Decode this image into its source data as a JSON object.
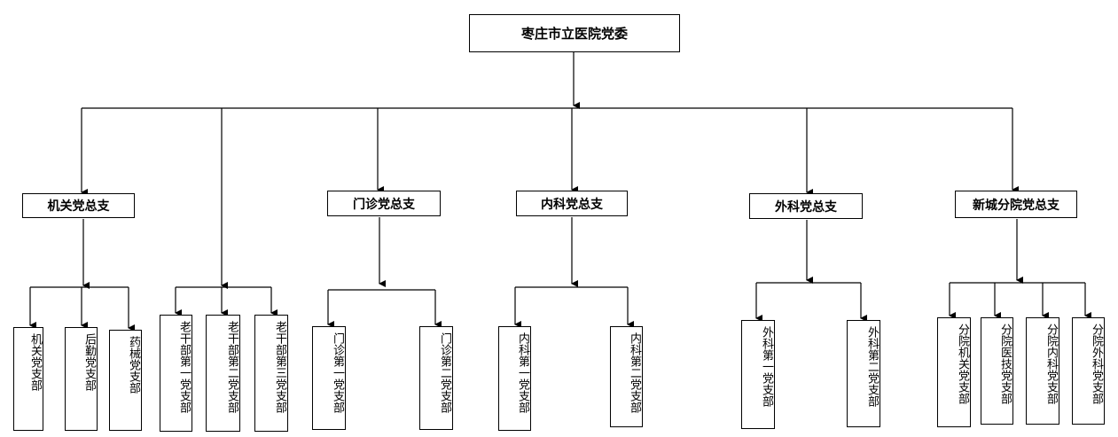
{
  "root": "枣庄市立医院党委",
  "branches": {
    "jiguan": "机关党总支",
    "menzhen": "门诊党总支",
    "neike": "内科党总支",
    "waike": "外科党总支",
    "xincheng": "新城分院党总支"
  },
  "leaves": {
    "jiguan_1": "机关党支部",
    "jiguan_2": "后勤党支部",
    "jiguan_3": "药械党支部",
    "laoganbu_1": "老干部第一党支部",
    "laoganbu_2": "老干部第二党支部",
    "laoganbu_3": "老干部第三党支部",
    "menzhen_1": "门诊第一党支部",
    "menzhen_2": "门诊第二党支部",
    "neike_1": "内科第一党支部",
    "neike_2": "内科第二党支部",
    "waike_1": "外科第一党支部",
    "waike_2": "外科第二党支部",
    "xincheng_1": "分院机关党支部",
    "xincheng_2": "分院医技党支部",
    "xincheng_3": "分院内科党支部",
    "xincheng_4": "分院外科党支部"
  },
  "colors": {
    "line": "#000000",
    "box_border": "#000000",
    "background": "#ffffff"
  }
}
